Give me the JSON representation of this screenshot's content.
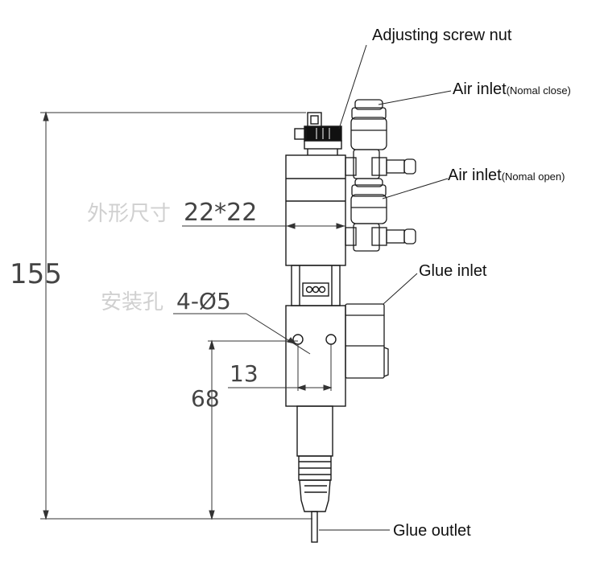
{
  "callouts": {
    "adjusting_screw_nut": "Adjusting screw nut",
    "air_inlet_close": "Air inlet",
    "air_inlet_close_note": "(Nomal close)",
    "air_inlet_open": "Air inlet",
    "air_inlet_open_note": "(Nomal open)",
    "glue_inlet": "Glue inlet",
    "glue_outlet": "Glue outlet"
  },
  "dimensions": {
    "overall_height": "155",
    "lower_height": "68",
    "hole_spacing": "13",
    "body_section": "22*22",
    "mount_holes": "4-Ø5"
  },
  "ghost_text": {
    "body_section_label": "外形尺寸",
    "mount_holes_label": "安装孔"
  },
  "colors": {
    "line": "#1a1a1a",
    "dimension": "#333333",
    "ghost": "#d0d0d0",
    "background": "#ffffff"
  }
}
